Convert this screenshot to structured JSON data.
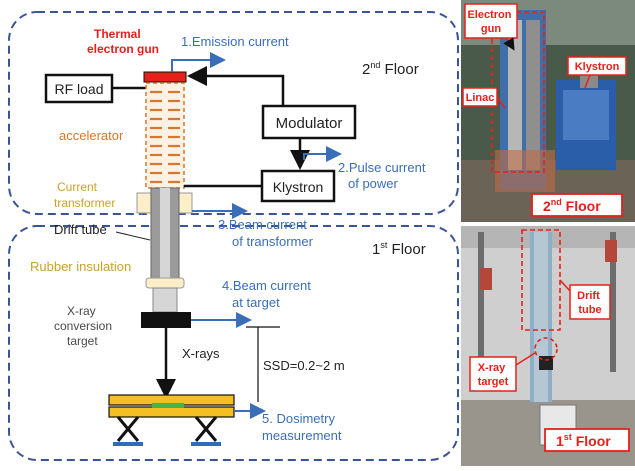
{
  "colors": {
    "frame_dash": "#3a5596",
    "accent_red": "#e3221b",
    "label_blue": "#3a6eb8",
    "accelerator_orange": "#d8772b",
    "transformer_gold": "#c9a227",
    "table_yellow": "#f3bf22"
  },
  "floors": {
    "upper": {
      "label": "2",
      "sup": "nd",
      "word": " Floor"
    },
    "lower": {
      "label": "1",
      "sup": "st",
      "word": " Floor"
    }
  },
  "components": {
    "electron_gun": [
      "Thermal",
      "electron gun"
    ],
    "rf_load": "RF load",
    "modulator": "Modulator",
    "klystron": "Klystron",
    "accelerator": "accelerator",
    "current_transformer": [
      "Current",
      "transformer"
    ],
    "drift_tube": "Drift tube",
    "rubber_insulation": "Rubber insulation",
    "xray_target": [
      "X-ray",
      "conversion",
      "target"
    ],
    "xrays": "X-rays",
    "ssd": "SSD=0.2~2 m"
  },
  "measurements": {
    "emission": "1.Emission current",
    "pulse": [
      "2.Pulse current",
      "of power"
    ],
    "beam_transformer": [
      "3.Beam current",
      "of transformer"
    ],
    "beam_target": [
      "4.Beam current",
      "at target"
    ],
    "dosimetry": [
      "5. Dosimetry",
      "measurement"
    ]
  },
  "photos": {
    "top": {
      "electron_gun": [
        "Electron",
        "gun"
      ],
      "linac": "Linac",
      "klystron": "Klystron",
      "floor_badge": {
        "label": "2",
        "sup": "nd",
        "word": " Floor"
      }
    },
    "bottom": {
      "drift_tube": [
        "Drift",
        "tube"
      ],
      "xray_target": [
        "X-ray",
        "target"
      ],
      "floor_badge": {
        "label": "1",
        "sup": "st",
        "word": " Floor"
      }
    }
  }
}
